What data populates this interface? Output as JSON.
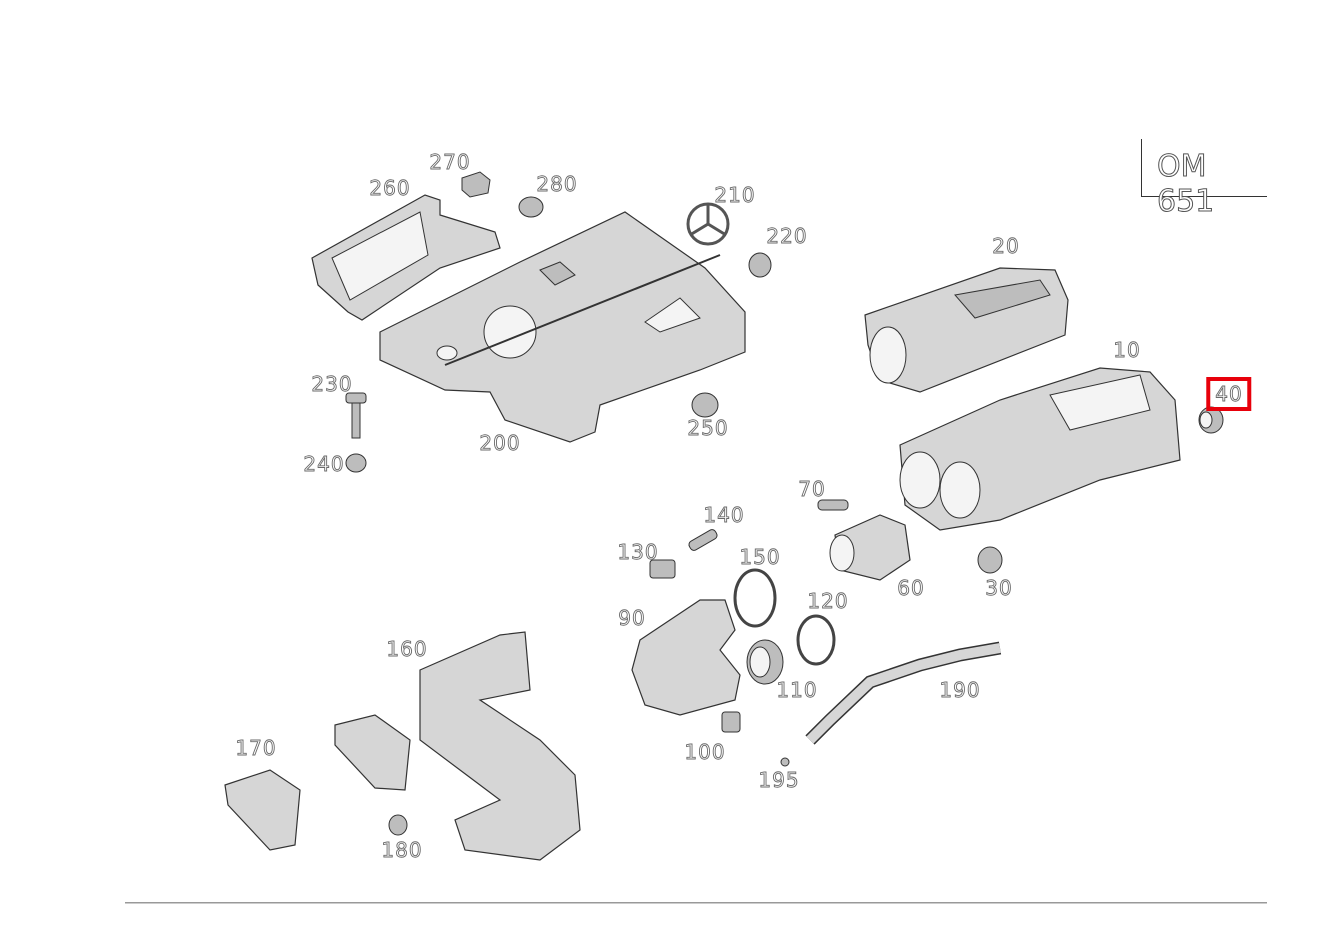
{
  "diagram_title": "OM 651",
  "highlighted_part": "40",
  "highlight_color": "#e8000b",
  "part_labels": {
    "p10": "10",
    "p20": "20",
    "p30": "30",
    "p40": "40",
    "p60": "60",
    "p70": "70",
    "p90": "90",
    "p100": "100",
    "p110": "110",
    "p120": "120",
    "p130": "130",
    "p140": "140",
    "p150": "150",
    "p160": "160",
    "p170": "170",
    "p180": "180",
    "p190": "190",
    "p195": "195",
    "p200": "200",
    "p210": "210",
    "p220": "220",
    "p230": "230",
    "p240": "240",
    "p250": "250",
    "p260": "260",
    "p270": "270",
    "p280": "280"
  }
}
